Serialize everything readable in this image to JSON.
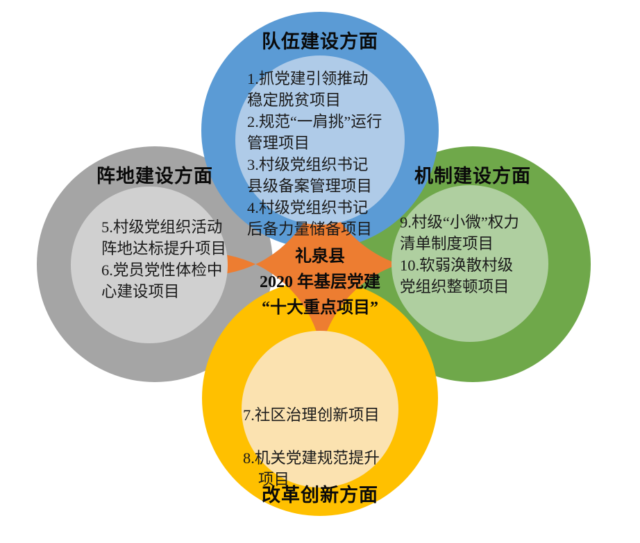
{
  "diagram": {
    "center": {
      "lines": "礼泉县\n2020 年基层党建\n“十大重点项目”",
      "shape_color": "#ED7D31"
    },
    "petals": [
      {
        "key": "team",
        "title": "队伍建设方面",
        "outer_color": "#5B9BD5",
        "inner_color": "#AFCBE8",
        "items": "1.抓党建引领推动\n稳定脱贫项目\n2.规范“一肩挑”运行\n管理项目\n3.村级党组织书记\n县级备案管理项目\n4.村级党组织书记\n后备力量储备项目"
      },
      {
        "key": "position",
        "title": "阵地建设方面",
        "outer_color": "#A5A5A5",
        "inner_color": "#D0D0D0",
        "items": "5.村级党组织活动\n阵地达标提升项目\n6.党员党性体检中\n心建设项目"
      },
      {
        "key": "mechanism",
        "title": "机制建设方面",
        "outer_color": "#6FA84A",
        "inner_color": "#AFCFA0",
        "items": "9.村级“小微”权力\n清单制度项目\n10.软弱涣散村级\n党组织整顿项目"
      },
      {
        "key": "reform",
        "title": "改革创新方面",
        "outer_color": "#FFC000",
        "inner_color": "#FBE2B0",
        "items_line1": "7.社区治理创新项目",
        "items_line2": "8.机关党建规范提升",
        "items_line3": "项目"
      }
    ]
  }
}
